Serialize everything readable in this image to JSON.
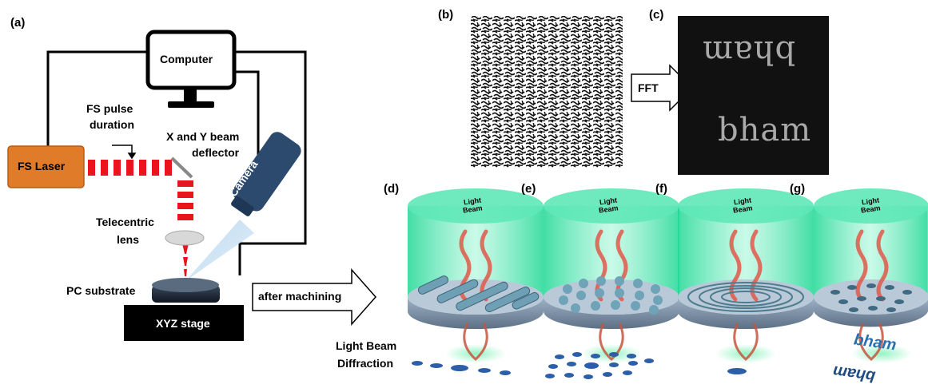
{
  "panels": {
    "a": "(a)",
    "b": "(b)",
    "c": "(c)",
    "d": "(d)",
    "e": "(e)",
    "f": "(f)",
    "g": "(g)"
  },
  "setup": {
    "computer": "Computer",
    "fs_laser": "FS Laser",
    "pulse_line1": "FS pulse",
    "pulse_line2": "duration",
    "deflector_line1": "X and Y beam",
    "deflector_line2": "deflector",
    "camera": "Camera",
    "lens_line1": "Telecentric",
    "lens_line2": "lens",
    "substrate": "PC substrate",
    "stage": "XYZ stage"
  },
  "arrows": {
    "fft": "FFT",
    "after": "after machining"
  },
  "hologram": {
    "text_top": "bham",
    "text_bottom": "bham"
  },
  "cylinder_label_line1": "Light",
  "cylinder_label_line2": "Beam",
  "diffraction_line1": "Light Beam",
  "diffraction_line2": "Diffraction",
  "g_output": {
    "text1": "bham",
    "text2": "bham"
  },
  "colors": {
    "laser": "#e07b2a",
    "beam": "#e8161c",
    "camera": "#2b4a6e",
    "cylinder": "#3de0a8",
    "spot": "#2c5fa8",
    "output_text": "#2a6fb0"
  }
}
